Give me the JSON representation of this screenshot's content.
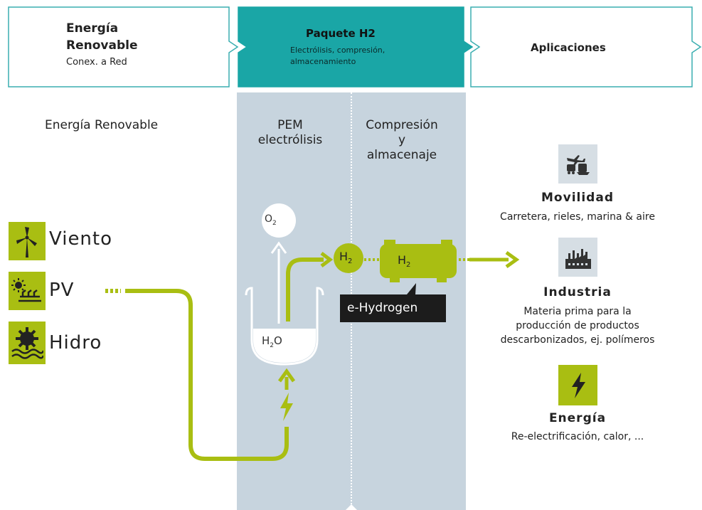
{
  "header": {
    "box1": {
      "title_line1": "Energía",
      "title_line2": "Renovable",
      "subtitle": "Conex. a Red"
    },
    "box2": {
      "title": "Paquete H2",
      "sub_line1": "Electrólisis, compresión,",
      "sub_line2": "almacenamiento"
    },
    "box3": {
      "title": "Aplicaciones"
    }
  },
  "left_heading": "Energía Renovable",
  "columns": {
    "pem_line1": "PEM",
    "pem_line2": "electrólisis",
    "comp_line1": "Compresión",
    "comp_line2": "y",
    "comp_line3": "almacenaje"
  },
  "sources": [
    {
      "label": "Viento",
      "icon": "wind-turbine-icon"
    },
    {
      "label": "PV",
      "icon": "solar-pv-icon"
    },
    {
      "label": "Hidro",
      "icon": "hydro-icon"
    }
  ],
  "process": {
    "o2_main": "O",
    "o2_sub": "2",
    "h2o_h": "H",
    "h2o_sub": "2",
    "h2o_o": "O",
    "h2_circle_main": "H",
    "h2_circle_sub": "2",
    "h2_tank_main": "H",
    "h2_tank_sub": "2",
    "ehydrogen": "e-Hydrogen"
  },
  "applications": [
    {
      "title": "Movilidad",
      "desc_line1": "Carretera, rieles, marina & aire",
      "icon": "mobility-icon"
    },
    {
      "title": "Industria",
      "desc_line1": "Materia prima para la",
      "desc_line2": "producción de productos",
      "desc_line3": "descarbonizados, ej. polímeros",
      "icon": "factory-icon"
    },
    {
      "title": "Energía",
      "desc_line1": "Re-electrificación, calor, ...",
      "icon": "lightning-icon"
    }
  ],
  "colors": {
    "teal": "#1aa6a6",
    "green": "#a9be12",
    "panel": "#c7d4de",
    "border": "#3aaeb0"
  }
}
